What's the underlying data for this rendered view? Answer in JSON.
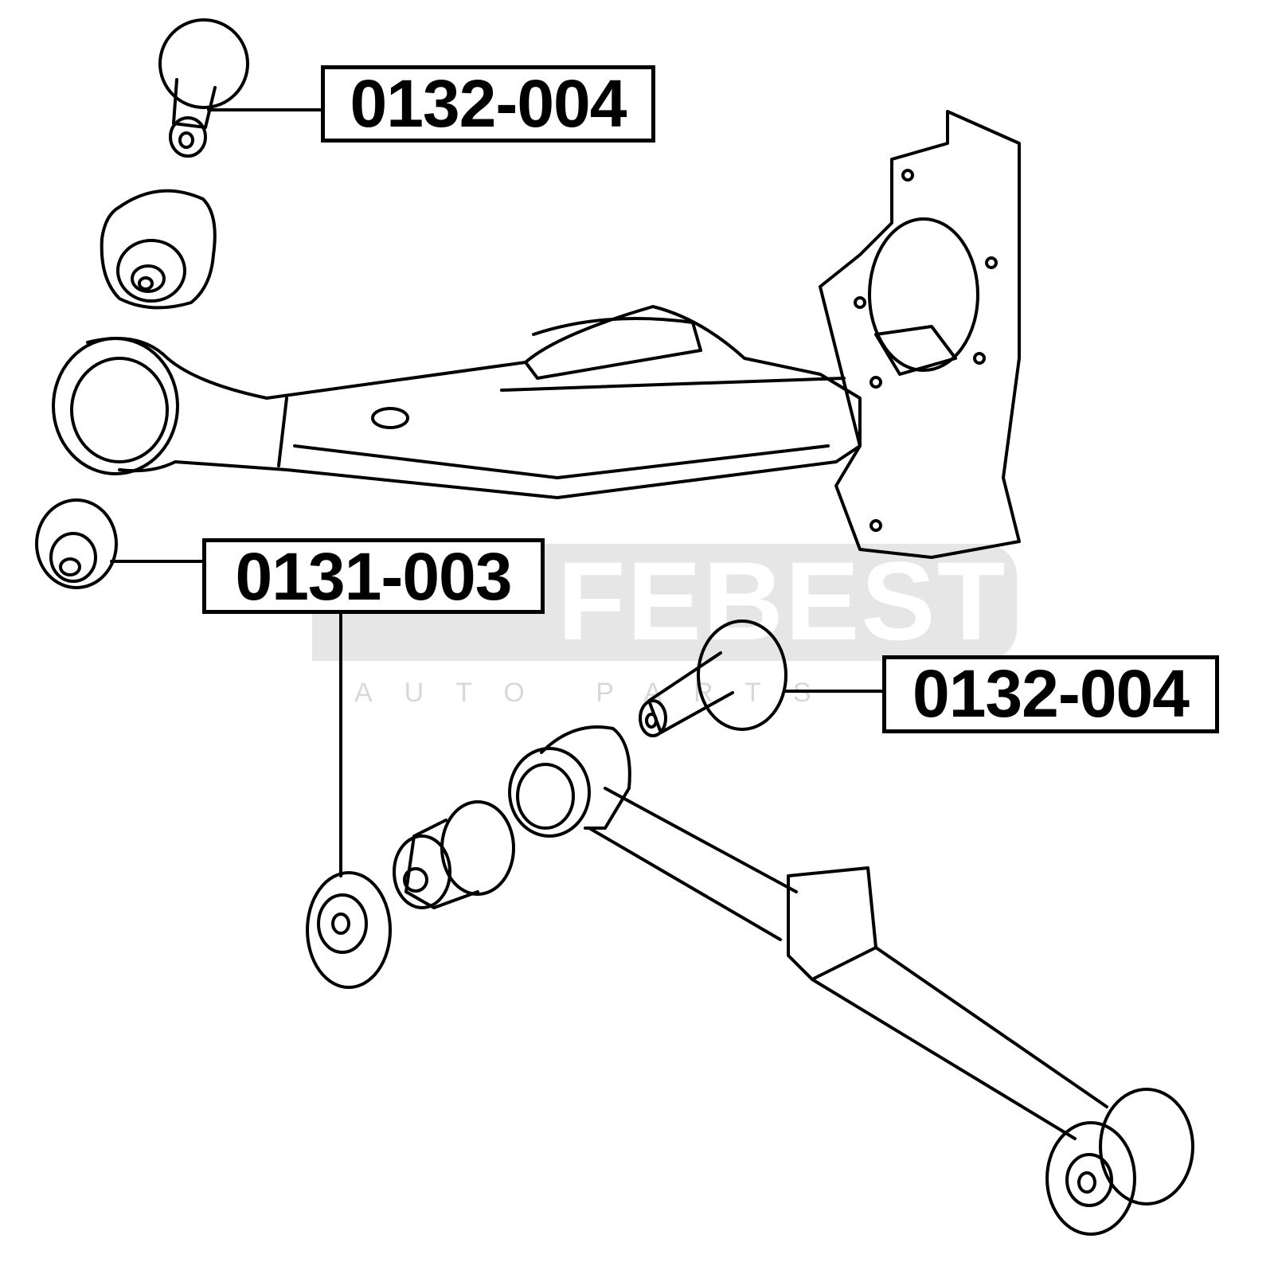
{
  "watermark": {
    "brand": "FEBEST",
    "subtitle": "AUTO PARTS"
  },
  "callouts": [
    {
      "part_number": "0132-004"
    },
    {
      "part_number": "0131-003"
    },
    {
      "part_number": "0132-004"
    }
  ]
}
